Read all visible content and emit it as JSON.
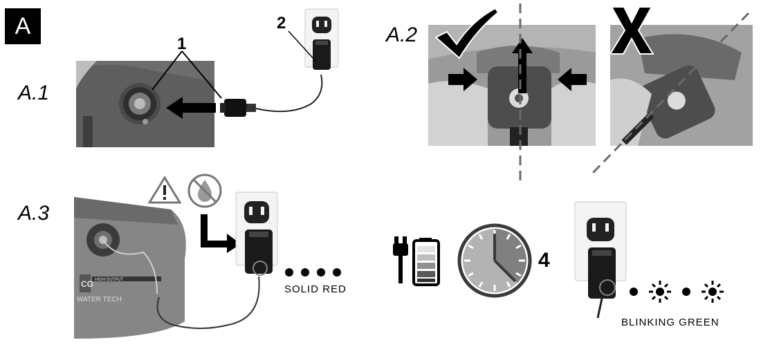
{
  "section_badge": "A",
  "steps": {
    "a1": {
      "label": "A.1",
      "callout_1": "1",
      "callout_2": "2"
    },
    "a2": {
      "label": "A.2"
    },
    "a3": {
      "label": "A.3",
      "solid_caption": "SOLID RED",
      "charge_hours": "4",
      "blink_caption": "BLINKING GREEN"
    }
  },
  "logo_text": {
    "brand": "CG",
    "sub": "HIGH OUTPUT",
    "model": "WATER TECH"
  },
  "icons": [
    "warning-icon",
    "no-water-icon",
    "battery-plug-icon",
    "clock-icon",
    "check-mark-icon",
    "x-mark-icon",
    "blink-sun-icon"
  ]
}
